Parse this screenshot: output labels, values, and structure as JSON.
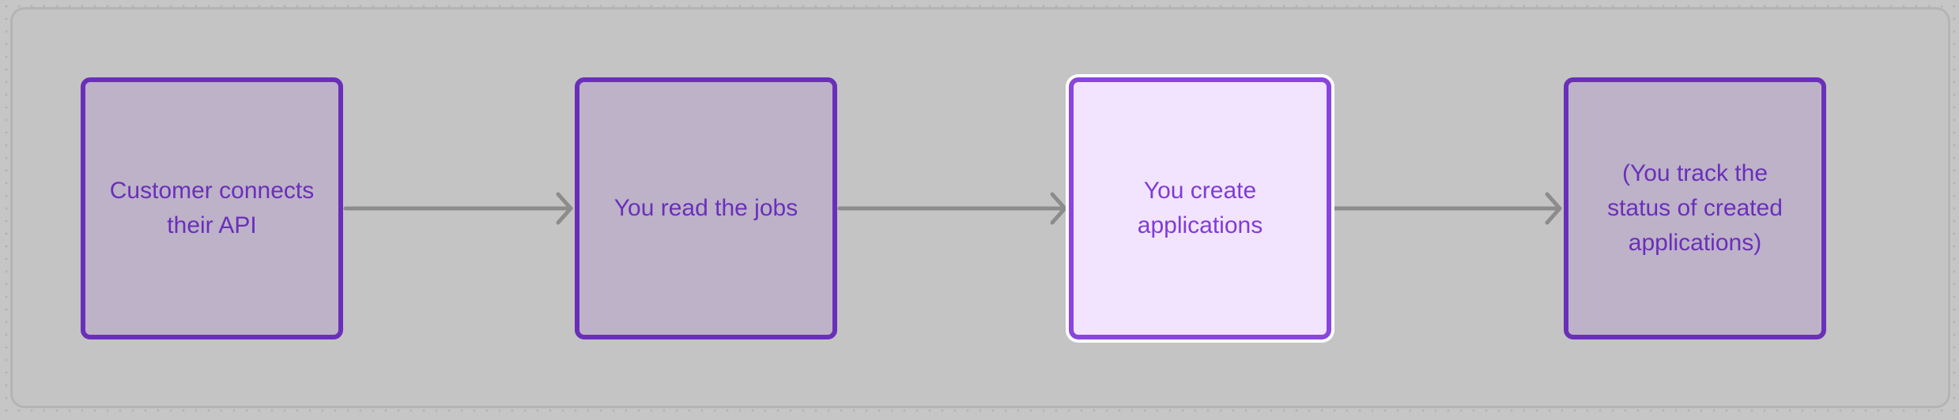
{
  "diagram": {
    "nodes": [
      {
        "id": "customer-connects",
        "label": "Customer connects their API",
        "style": "default"
      },
      {
        "id": "read-jobs",
        "label": "You read the jobs",
        "style": "default"
      },
      {
        "id": "create-applications",
        "label": "You create applications",
        "style": "highlight"
      },
      {
        "id": "track-status",
        "label": "(You track the status of created applications)",
        "style": "default"
      }
    ],
    "edges": [
      {
        "from": "customer-connects",
        "to": "read-jobs"
      },
      {
        "from": "read-jobs",
        "to": "create-applications"
      },
      {
        "from": "create-applications",
        "to": "track-status"
      }
    ],
    "colors": {
      "node_border": "#6a2fba",
      "node_fill": "#bdb2c8",
      "highlight_border": "#8a45e0",
      "highlight_fill": "#f2e4ff",
      "edge": "#8c8c8c",
      "canvas": "#c4c4c4"
    }
  }
}
